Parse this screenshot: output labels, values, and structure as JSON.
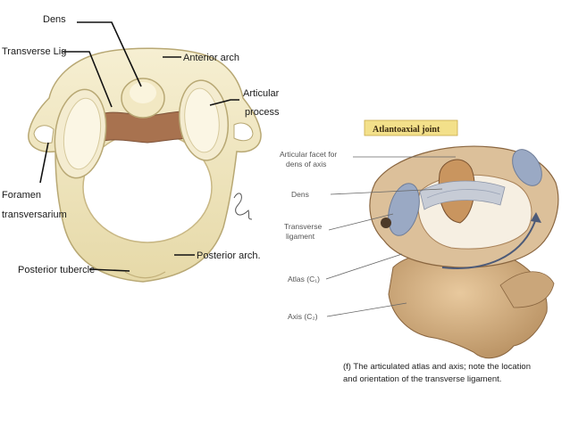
{
  "left_figure": {
    "labels": {
      "dens": "Dens",
      "transverse_lig": "Transverse Lig",
      "anterior_arch": "Anterior arch",
      "articular_process_line1": "Articular",
      "articular_process_line2": "process",
      "foramen_line1": "Foramen",
      "foramen_line2": "transversarium",
      "posterior_arch": "Posterior arch.",
      "posterior_tubercle": "Posterior tubercle"
    },
    "colors": {
      "bone": "#efe6c2",
      "bone_edge": "#b8a874",
      "ligament": "#a8724f"
    }
  },
  "right_figure": {
    "title": "Atlantoaxial joint",
    "labels": {
      "facet_line1": "Articular facet for",
      "facet_line2": "dens of axis",
      "dens": "Dens",
      "transverse_line1": "Transverse",
      "transverse_line2": "ligament",
      "atlas": "Atlas (C₁)",
      "axis": "Axis (C₂)"
    },
    "caption_line1": "(f) The articulated atlas and axis; note the location",
    "caption_line2": "and orientation of the transverse ligament.",
    "colors": {
      "title_bg": "#f3e08a",
      "bone": "#d9b98f",
      "cartilage": "#9aa9c4"
    }
  }
}
